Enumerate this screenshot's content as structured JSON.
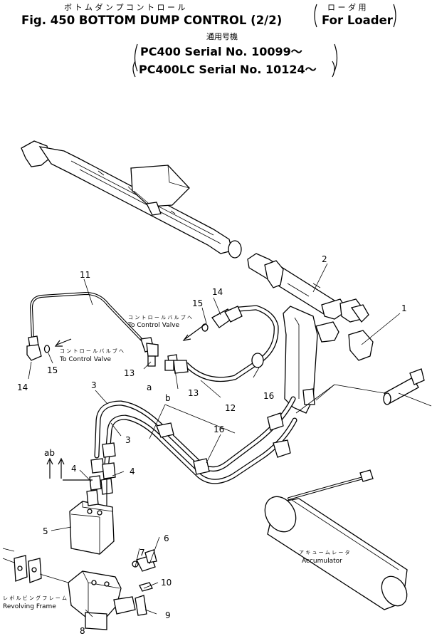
{
  "title": {
    "line1_jp": "ボ ト ム ダ ン プ コ ン ト ロ ー ル",
    "line1_jp_right": "ロ ー ダ 用",
    "line2": "Fig. 450 BOTTOM DUMP CONTROL (2/2)",
    "line2_right": "For Loader",
    "applicable_jp": "通用号機",
    "serial1": "PC400    Serial No. 10099～",
    "serial2": "PC400LC Serial No. 10124～"
  },
  "callouts": {
    "n1": "1",
    "n2": "2",
    "n3a": "3",
    "n3b": "3",
    "n4a": "4",
    "n4b": "4",
    "n5": "5",
    "n6": "6",
    "n7": "7",
    "n8": "8",
    "n9": "9",
    "n10": "10",
    "n11": "11",
    "n12": "12",
    "n13a": "13",
    "n13b": "13",
    "n14a": "14",
    "n14b": "14",
    "n15a": "15",
    "n15b": "15",
    "n16a": "16",
    "n16b": "16",
    "a1": "a",
    "b1": "b",
    "ab": "ab"
  },
  "captions": {
    "cv_top_jp": "コ ン ト ロ ー ル  バ ル ブ  へ",
    "cv_top": "To Control Valve",
    "cv_left_jp": "コ ン ト ロ ー ル  バ ル ブ  へ",
    "cv_left": "To Control Valve",
    "acc_jp": "ア キ ュ ー ム レ ー タ",
    "acc": "Accumulator",
    "rev_jp": "レ ボ ル ビ ン グ  フ レ ー ム",
    "rev": "Revolving Frame"
  }
}
